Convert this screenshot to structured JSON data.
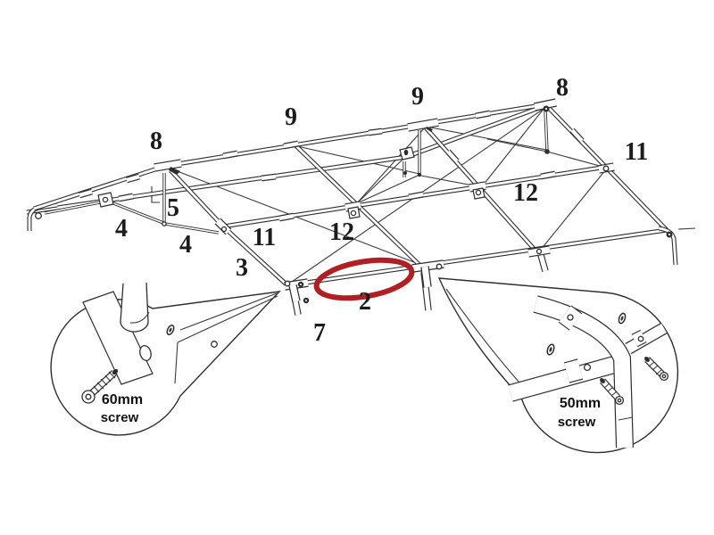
{
  "figure": {
    "type": "assembly-diagram",
    "part_labels": [
      {
        "id": "ridge-joint-left",
        "text": "8"
      },
      {
        "id": "ridge-pole-left",
        "text": "9"
      },
      {
        "id": "ridge-pole-right",
        "text": "9"
      },
      {
        "id": "ridge-joint-right",
        "text": "8"
      },
      {
        "id": "hip-rafter-right",
        "text": "11"
      },
      {
        "id": "purlin-fitting-right",
        "text": "12"
      },
      {
        "id": "gable-post-left",
        "text": "5"
      },
      {
        "id": "gable-tie-left-a",
        "text": "4"
      },
      {
        "id": "gable-tie-left-b",
        "text": "4"
      },
      {
        "id": "purlin-left",
        "text": "11"
      },
      {
        "id": "purlin-fitting-left",
        "text": "12"
      },
      {
        "id": "hip-rafter-left",
        "text": "3"
      },
      {
        "id": "front-eave-bar",
        "text": "2"
      },
      {
        "id": "corner-leg",
        "text": "7"
      }
    ],
    "highlight": {
      "part": "2",
      "color": "#b01f24"
    },
    "callouts": {
      "left": {
        "line1": "60mm",
        "line2": "screw"
      },
      "right": {
        "line1": "50mm",
        "line2": "screw"
      }
    }
  }
}
